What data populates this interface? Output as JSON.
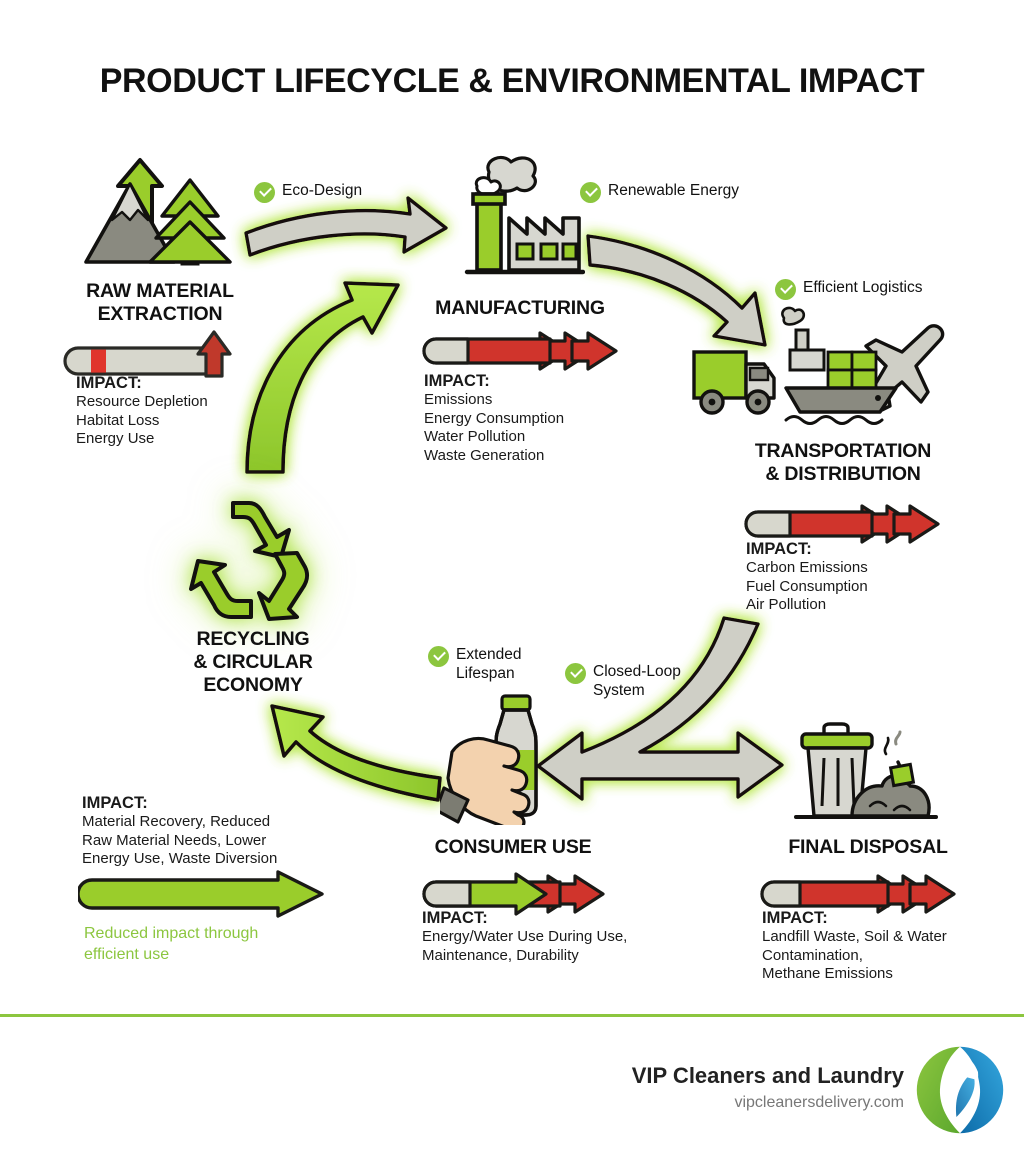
{
  "title": "PRODUCT LIFECYCLE & ENVIRONMENTAL IMPACT",
  "stages": [
    {
      "id": "raw-material-extraction",
      "name": "RAW MATERIAL\nEXTRACTION",
      "impact_label": "IMPACT:",
      "impact_items": "Resource Depletion\nHabitat Loss\nEnergy Use",
      "meter": "low-red-up-arrow"
    },
    {
      "id": "manufacturing",
      "name": "MANUFACTURING",
      "impact_label": "IMPACT:",
      "impact_items": "Emissions\nEnergy Consumption\nWater Pollution\nWaste Generation",
      "meter": "high-red"
    },
    {
      "id": "transportation-distribution",
      "name": "TRANSPORTATION\n& DISTRIBUTION",
      "impact_label": "IMPACT:",
      "impact_items": "Carbon Emissions\nFuel Consumption\nAir Pollution",
      "meter": "high-red"
    },
    {
      "id": "recycling-circular-economy",
      "name": "RECYCLING\n& CIRCULAR\nECONOMY",
      "impact_label": "IMPACT:",
      "impact_items": "Material Recovery, Reduced\nRaw Material Needs, Lower\nEnergy Use, Waste Diversion",
      "meter": "full-green",
      "note": "Reduced impact through\nefficient use"
    },
    {
      "id": "consumer-use",
      "name": "CONSUMER USE",
      "impact_label": "IMPACT:",
      "impact_items": "Energy/Water Use During Use,\nMaintenance, Durability",
      "meter": "mixed-green-red"
    },
    {
      "id": "final-disposal",
      "name": "FINAL DISPOSAL",
      "impact_label": "IMPACT:",
      "impact_items": "Landfill Waste, Soil & Water\nContamination,\nMethane Emissions",
      "meter": "high-red"
    }
  ],
  "benefits": [
    {
      "id": "eco-design",
      "label": "Eco-Design"
    },
    {
      "id": "renewable-energy",
      "label": "Renewable Energy"
    },
    {
      "id": "efficient-logistics",
      "label": "Efficient Logistics"
    },
    {
      "id": "extended-lifespan",
      "label": "Extended\nLifespan"
    },
    {
      "id": "closed-loop-system",
      "label": "Closed-Loop\nSystem"
    }
  ],
  "footer": {
    "brand": "VIP Cleaners and Laundry",
    "website": "vipcleanersdelivery.com"
  },
  "colors": {
    "green": "#8CC63F",
    "green_bright": "#A3DE32",
    "red": "#D93B35",
    "gray": "#CFCFC6",
    "gray_dark": "#8A8A80",
    "ink": "#111111",
    "logo_green": "#76C043",
    "logo_blue": "#1C8BC9"
  }
}
